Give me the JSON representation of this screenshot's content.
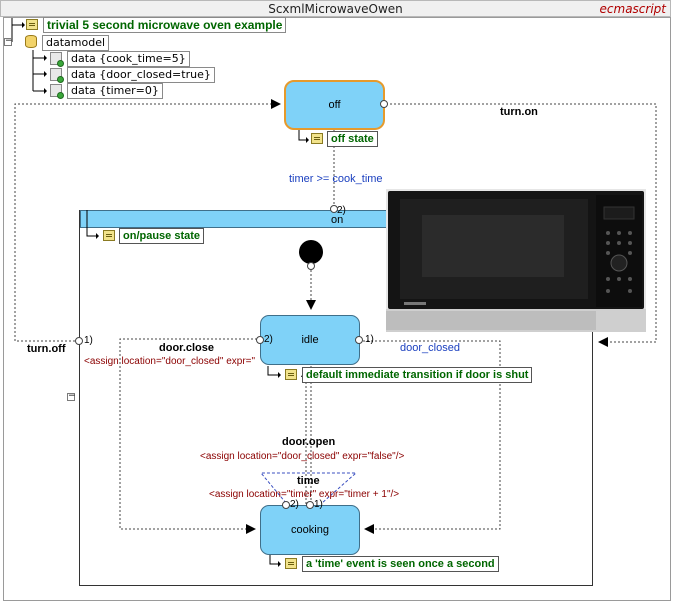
{
  "window": {
    "title": "ScxmlMicrowaveOwen",
    "datamodel_type": "ecmascript"
  },
  "tree": {
    "root_comment": "trivial 5 second microwave oven example",
    "datamodel_label": "datamodel",
    "data_items": [
      "data {cook_time=5}",
      "data {door_closed=true}",
      "data {timer=0}"
    ]
  },
  "states": {
    "off": {
      "label": "off",
      "note": "off state"
    },
    "on": {
      "label": "on",
      "note": "on/pause state"
    },
    "idle": {
      "label": "idle",
      "note": "default immediate transition if door is shut"
    },
    "cooking": {
      "label": "cooking",
      "note": "a 'time' event is seen once a second"
    }
  },
  "transitions": {
    "turn_on": {
      "event": "turn.on"
    },
    "turn_off": {
      "event": "turn.off",
      "order": "1)"
    },
    "timer_cond": {
      "cond": "timer >= cook_time",
      "order": "2)"
    },
    "door_close": {
      "event": "door.close",
      "action": "<assign location=\"door_closed\" expr=\"tru",
      "order": "2)"
    },
    "door_closed": {
      "cond": "door_closed",
      "order": "1)"
    },
    "door_open": {
      "event": "door.open",
      "action": "<assign location=\"door_closed\" expr=\"false\"/>"
    },
    "time": {
      "event": "time",
      "action": "<assign location=\"timer\" expr=\"timer + 1\"/>",
      "order_a": "2)",
      "order_b": "1)"
    }
  },
  "colors": {
    "state_fill": "#7fd2f8",
    "off_border": "#e69a2c",
    "event_text": "#000000",
    "cond_text": "#1a3fbf",
    "action_text": "#8b0000",
    "note_text": "#006600"
  },
  "icons": {
    "comment": "comment-note-icon",
    "datamodel": "database-icon",
    "data": "data-item-icon",
    "collapse": "collapse-toggle-icon",
    "microwave": "microwave-oven-image"
  }
}
